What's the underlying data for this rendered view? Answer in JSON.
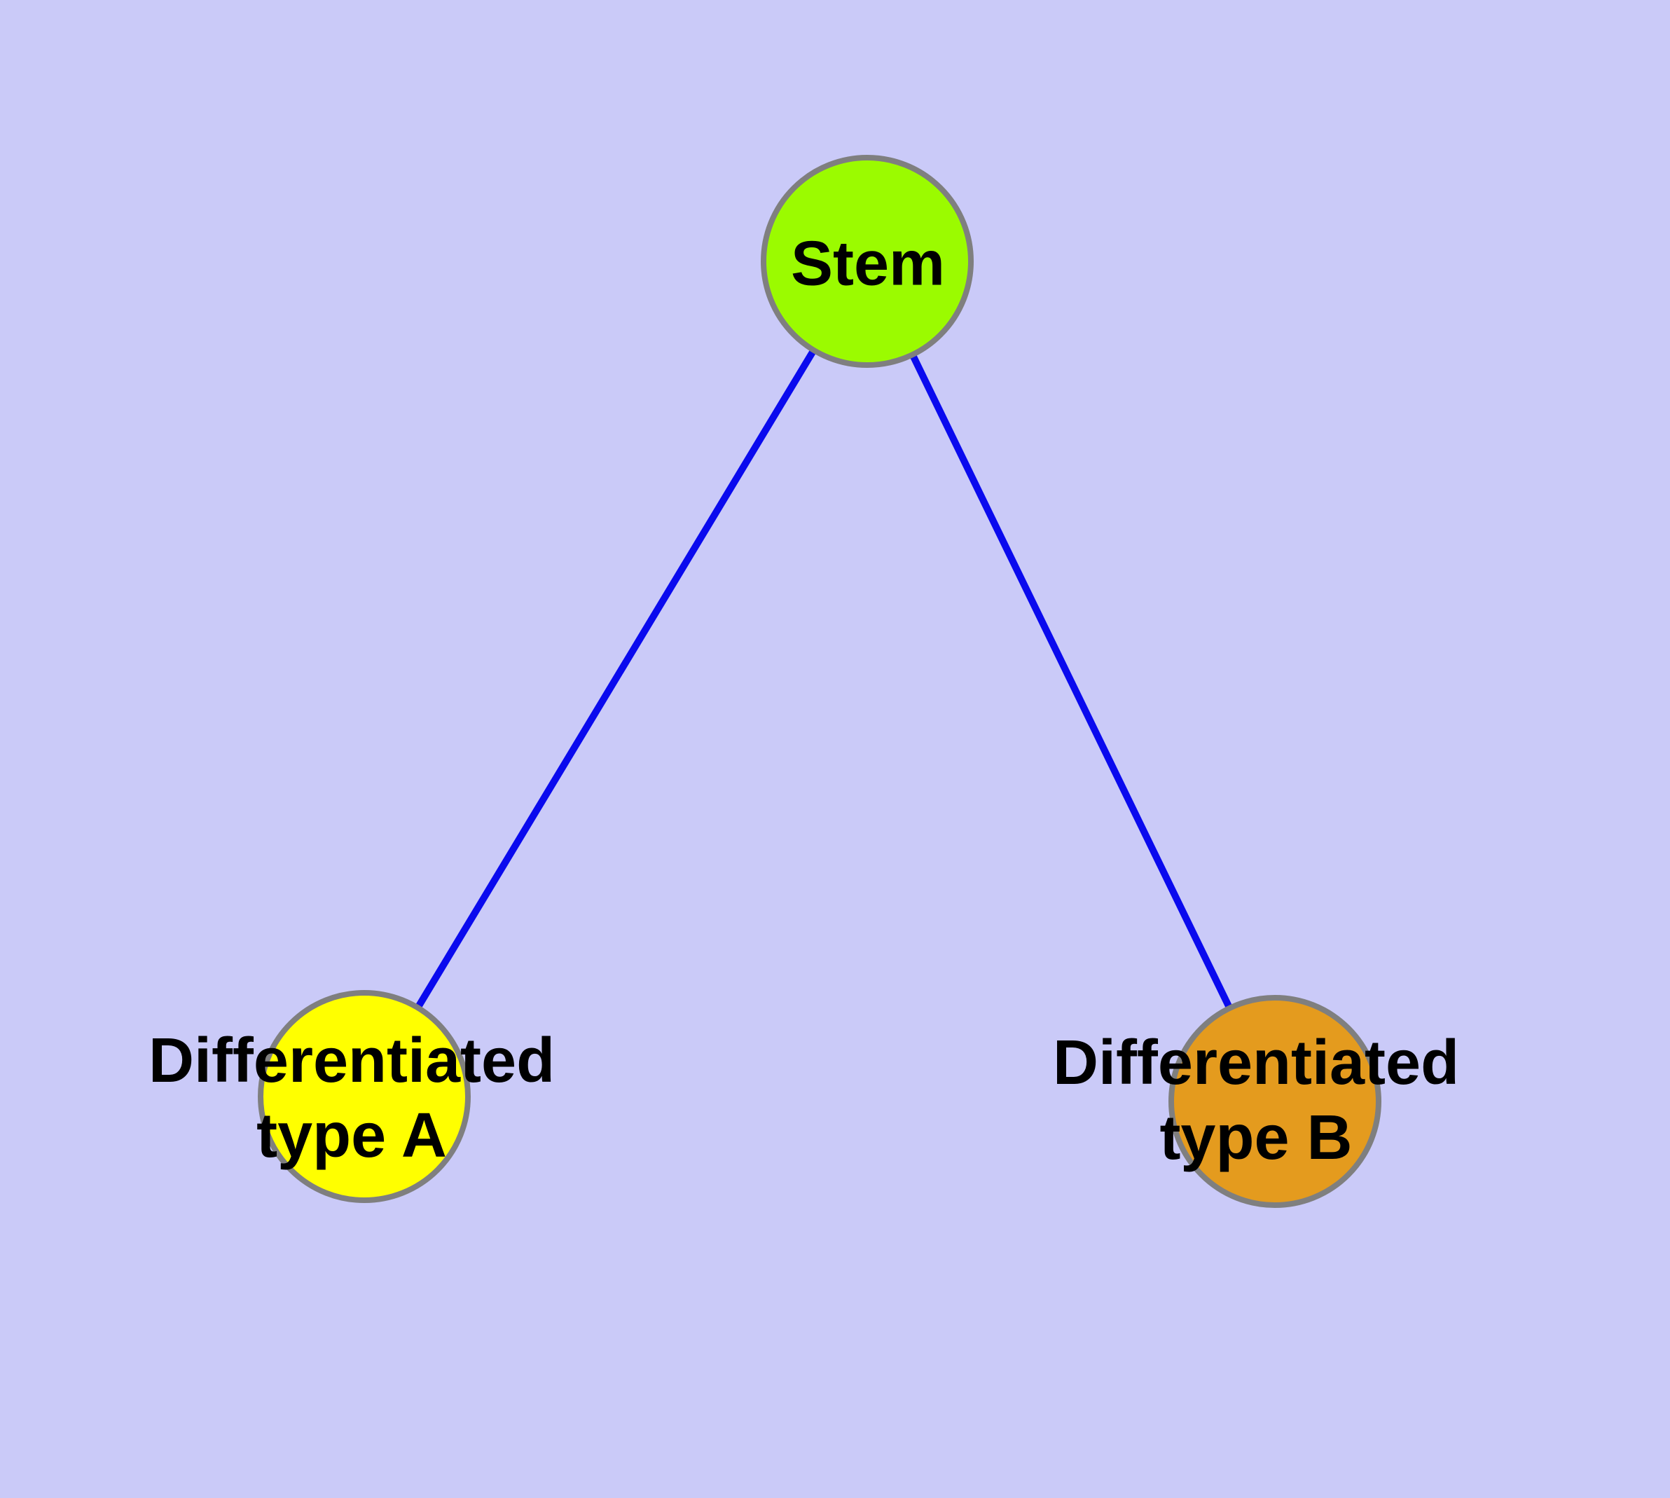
{
  "diagram": {
    "background_color": "#cacaf8",
    "edge_color": "#0a0aee",
    "node_border_color": "#7f7f7f",
    "label_color": "#000000",
    "nodes": [
      {
        "id": "stem",
        "label": "Stem",
        "fill_color": "#9bfb00"
      },
      {
        "id": "differentiated-type-a",
        "label": "Differentiated\ntype A",
        "fill_color": "#ffff00"
      },
      {
        "id": "differentiated-type-b",
        "label": "Differentiated\ntype B",
        "fill_color": "#e49b1e"
      }
    ],
    "edges": [
      {
        "from": "Stem",
        "to": "Differentiated type A"
      },
      {
        "from": "Stem",
        "to": "Differentiated type B"
      }
    ]
  }
}
